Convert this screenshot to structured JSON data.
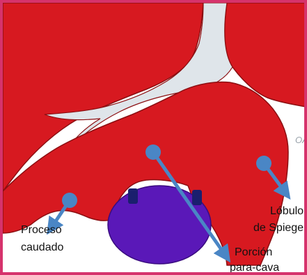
{
  "colors": {
    "frame": "#d6336c",
    "liver": "#d71920",
    "liver_outline": "#8c0f12",
    "fissure": "#dfe5ea",
    "cava": "#5a18b8",
    "cava_dark": "#3a0c80",
    "arrow": "#4a86c5"
  },
  "labels": {
    "proceso": [
      "Proceso",
      "caudado"
    ],
    "spiegel": [
      "Lóbulo",
      "de Spiegel"
    ],
    "paracava": [
      "Porción",
      "para-cava"
    ],
    "edge_clip": "OA"
  },
  "icons": {
    "pointer": "arrow-icon",
    "vessel": "inferior-vena-cava"
  }
}
